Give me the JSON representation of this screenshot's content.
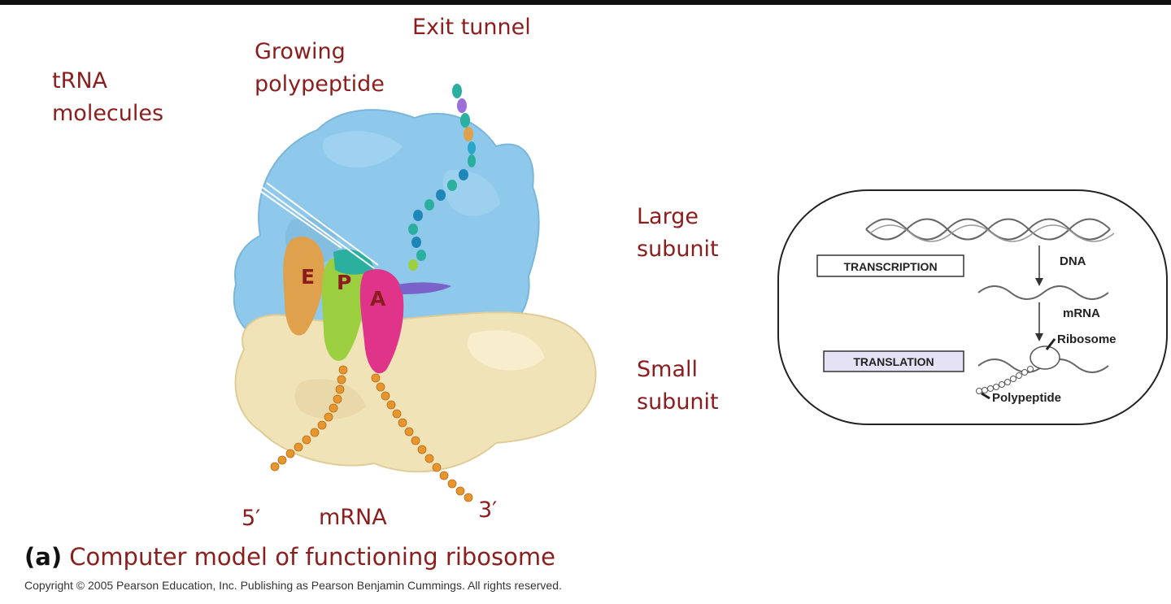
{
  "labels": {
    "exit_tunnel": "Exit tunnel",
    "growing_polypeptide_1": "Growing",
    "growing_polypeptide_2": "polypeptide",
    "trna_1": "tRNA",
    "trna_2": "molecules",
    "large_subunit_1": "Large",
    "large_subunit_2": "subunit",
    "small_subunit_1": "Small",
    "small_subunit_2": "subunit",
    "five_prime": "5′",
    "three_prime": "3′",
    "mrna": "mRNA"
  },
  "sites": {
    "e": "E",
    "p": "P",
    "a": "A"
  },
  "panel": {
    "transcription": "TRANSCRIPTION",
    "translation": "TRANSLATION",
    "dna": "DNA",
    "mrna": "mRNA",
    "ribosome": "Ribosome",
    "polypeptide": "Polypeptide"
  },
  "caption": {
    "letter": "(a)",
    "text": "Computer model of functioning ribosome"
  },
  "copyright": "Copyright © 2005 Pearson Education, Inc. Publishing as Pearson Benjamin Cummings. All rights reserved.",
  "colors": {
    "label_red": "#8b1d1d",
    "large_subunit": "#8ec8ea",
    "small_subunit": "#f1e3b8",
    "e_site": "#e0a14c",
    "p_site": "#9ccf3f",
    "a_site": "#e0348a",
    "mrna_beads": "#e7962e"
  }
}
